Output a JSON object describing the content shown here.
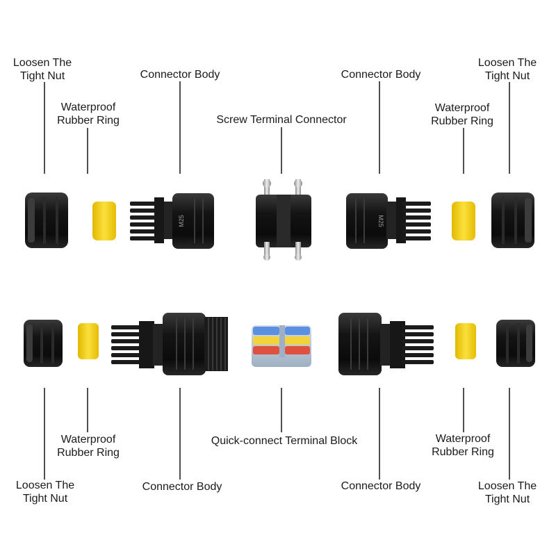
{
  "labels": {
    "top_loosen_left": [
      "Loosen The",
      "Tight Nut"
    ],
    "top_ring_left": [
      "Waterproof",
      "Rubber Ring"
    ],
    "top_body_left": "Connector Body",
    "top_terminal": "Screw Terminal Connector",
    "top_body_right": "Connector Body",
    "top_ring_right": [
      "Waterproof",
      "Rubber Ring"
    ],
    "top_loosen_right": [
      "Loosen The",
      "Tight Nut"
    ],
    "bot_ring_left": [
      "Waterproof",
      "Rubber Ring"
    ],
    "bot_loosen_left": [
      "Loosen The",
      "Tight Nut"
    ],
    "bot_body_left": "Connector Body",
    "bot_terminal": "Quick-connect Terminal Block",
    "bot_body_right": "Connector Body",
    "bot_ring_right": [
      "Waterproof",
      "Rubber Ring"
    ],
    "bot_loosen_right": [
      "Loosen The",
      "Tight Nut"
    ]
  },
  "body_marking": "M25",
  "colors": {
    "rubber_ring": "#f6d21c",
    "housing": "#141414",
    "lever_blue": "#5b8fe0",
    "lever_yellow": "#f2d33b",
    "lever_red": "#e0503f",
    "terminal_shell": "#b9c7d8"
  }
}
